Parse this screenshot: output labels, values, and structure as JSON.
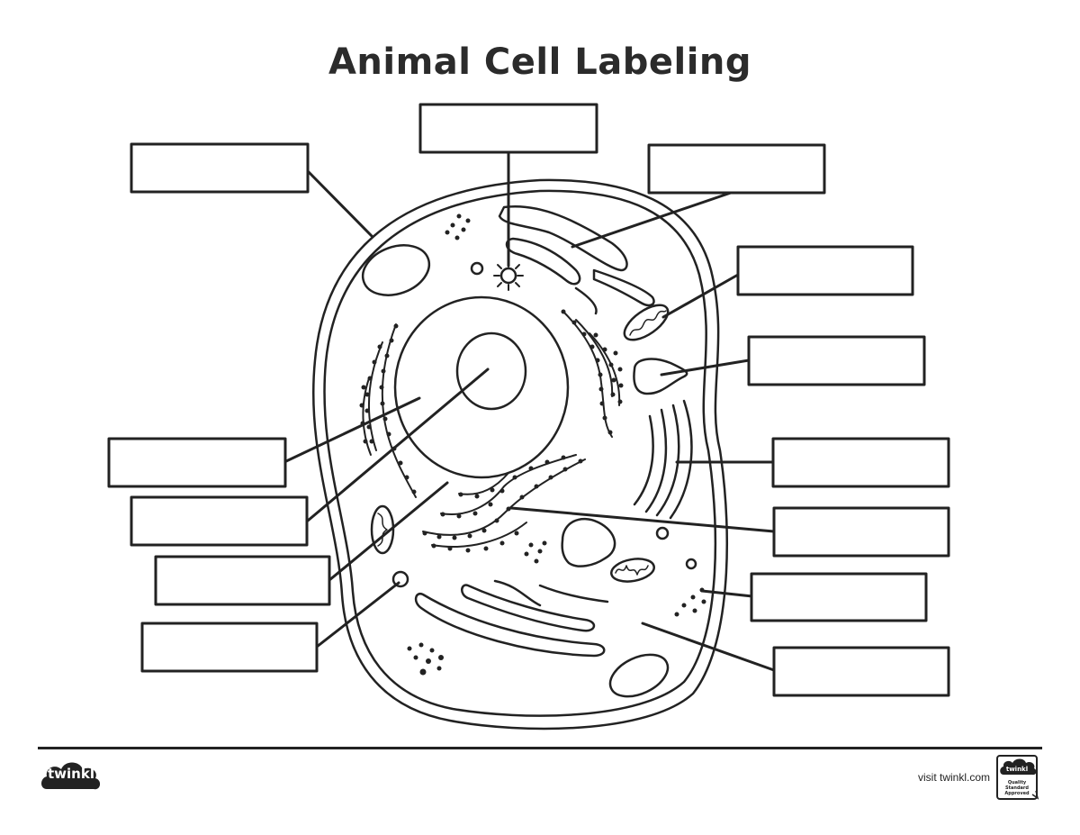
{
  "title": "Animal Cell Labeling",
  "footer": {
    "brand": "twinkl",
    "visit_text": "visit twinkl.com",
    "badge_brand": "twinkl",
    "badge_caption": "Quality Standard Approved"
  },
  "label_boxes": [
    {
      "id": "cell-membrane",
      "answer": ""
    },
    {
      "id": "centrosome",
      "answer": ""
    },
    {
      "id": "golgi-top",
      "answer": ""
    },
    {
      "id": "mitochondrion",
      "answer": ""
    },
    {
      "id": "vacuole",
      "answer": ""
    },
    {
      "id": "nucleus",
      "answer": ""
    },
    {
      "id": "nucleolus",
      "answer": ""
    },
    {
      "id": "nuclear-envelope",
      "answer": ""
    },
    {
      "id": "lysosome",
      "answer": ""
    },
    {
      "id": "smooth-er",
      "answer": ""
    },
    {
      "id": "rough-er",
      "answer": ""
    },
    {
      "id": "ribosomes",
      "answer": ""
    },
    {
      "id": "cytoplasm",
      "answer": ""
    }
  ],
  "colors": {
    "ink": "#222222",
    "background": "#ffffff"
  }
}
